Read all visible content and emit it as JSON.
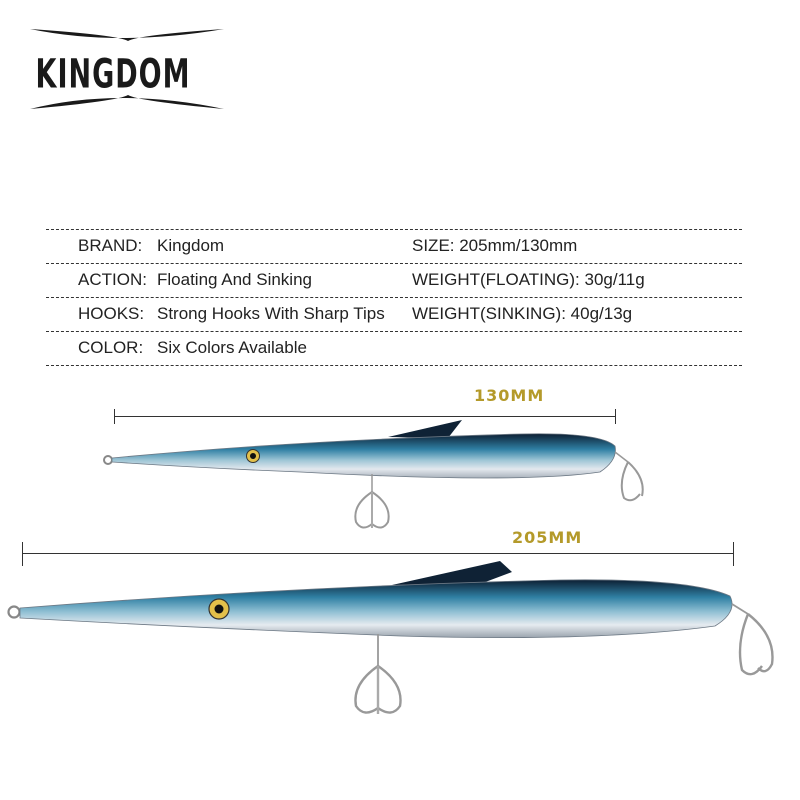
{
  "brand_logo": {
    "text": "KINGDOM"
  },
  "specs": [
    {
      "label": "BRAND:",
      "value": "Kingdom",
      "label2": "SIZE: 205mm/130mm"
    },
    {
      "label": "ACTION:",
      "value": "Floating And Sinking",
      "label2": "WEIGHT(FLOATING):  30g/11g"
    },
    {
      "label": "HOOKS:",
      "value": "Strong Hooks With Sharp Tips",
      "label2": "WEIGHT(SINKING): 40g/13g"
    },
    {
      "label": "COLOR:",
      "value": "Six Colors Available",
      "label2": ""
    }
  ],
  "dimensions": {
    "small": "130MM",
    "large": "205MM"
  },
  "colors": {
    "dimension_label": "#b49a2a",
    "lure_body": "#3f8aa8",
    "lure_belly": "#d8dde2"
  }
}
